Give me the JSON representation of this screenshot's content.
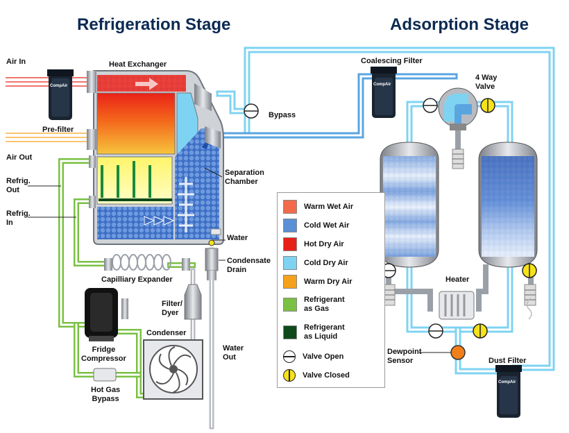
{
  "titles": {
    "refrigeration": "Refrigeration Stage",
    "adsorption": "Adsorption Stage"
  },
  "labels": {
    "air_in": "Air In",
    "heat_exchanger": "Heat Exchanger",
    "pre_filter": "Pre-filter",
    "air_out": "Air Out",
    "refrig_out_1": "Refrig.",
    "refrig_out_2": "Out",
    "refrig_in_1": "Refrig.",
    "refrig_in_2": "In",
    "separation_1": "Separation",
    "separation_2": "Chamber",
    "water": "Water",
    "condensate_1": "Condensate",
    "condensate_2": "Drain",
    "capillary": "Capilliary Expander",
    "filter_dyer_1": "Filter/",
    "filter_dyer_2": "Dyer",
    "fridge_1": "Fridge",
    "fridge_2": "Compressor",
    "condenser": "Condenser",
    "water_out_1": "Water",
    "water_out_2": "Out",
    "hot_gas_1": "Hot Gas",
    "hot_gas_2": "Bypass",
    "bypass": "Bypass",
    "coalescing": "Coalescing Filter",
    "four_way_1": "4 Way",
    "four_way_2": "Valve",
    "heater": "Heater",
    "dewpoint_1": "Dewpoint",
    "dewpoint_2": "Sensor",
    "dust_filter": "Dust Filter",
    "brand": "CompAir"
  },
  "legend": [
    {
      "line1": "Warm Wet Air",
      "line2": "",
      "color": "#f26a4b",
      "kind": "swatch"
    },
    {
      "line1": "Cold Wet Air",
      "line2": "",
      "color": "#5b8fd6",
      "kind": "swatch"
    },
    {
      "line1": "Hot Dry Air",
      "line2": "",
      "color": "#e8201a",
      "kind": "swatch"
    },
    {
      "line1": "Cold Dry Air",
      "line2": "",
      "color": "#7fd3f2",
      "kind": "swatch"
    },
    {
      "line1": "Warm Dry Air",
      "line2": "",
      "color": "#f5a21a",
      "kind": "swatch"
    },
    {
      "line1": "Refrigerant",
      "line2": "as Gas",
      "color": "#7ac043",
      "kind": "swatch"
    },
    {
      "line1": "Refrigerant",
      "line2": "as Liquid",
      "color": "#0e4a1c",
      "kind": "swatch"
    },
    {
      "line1": "Valve Open",
      "line2": "",
      "color": "#ffffff",
      "kind": "valve-open"
    },
    {
      "line1": "Valve Closed",
      "line2": "",
      "color": "#f6e21a",
      "kind": "valve-closed"
    }
  ]
}
